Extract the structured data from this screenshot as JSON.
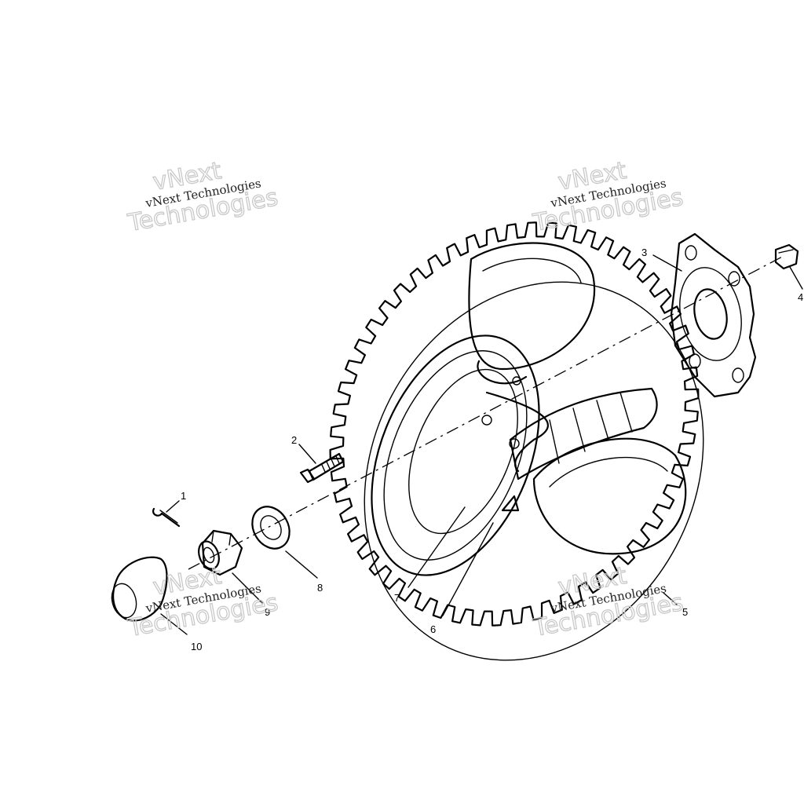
{
  "callouts": [
    {
      "id": "1",
      "label": "1"
    },
    {
      "id": "2",
      "label": "2"
    },
    {
      "id": "3",
      "label": "3"
    },
    {
      "id": "4",
      "label": "4"
    },
    {
      "id": "5",
      "label": "5"
    },
    {
      "id": "6",
      "label": "6"
    },
    {
      "id": "7",
      "label": "7"
    },
    {
      "id": "8",
      "label": "8"
    },
    {
      "id": "9",
      "label": "9"
    },
    {
      "id": "10",
      "label": "10"
    }
  ],
  "watermark": {
    "small": "vNext Technologies",
    "big_top": "vNext",
    "big_bottom": "Technologies"
  }
}
